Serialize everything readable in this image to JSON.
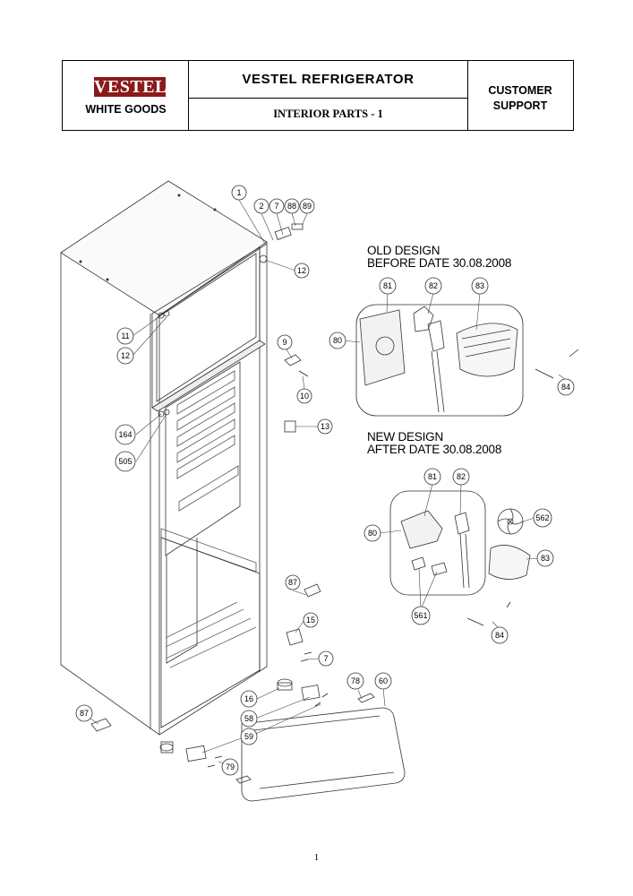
{
  "header": {
    "brand": "VESTEL",
    "brand_sub": "WHITE GOODS",
    "title": "VESTEL  REFRIGERATOR",
    "subtitle": "INTERIOR PARTS - 1",
    "support_line1": "CUSTOMER",
    "support_line2": "SUPPORT"
  },
  "old_design": {
    "line1": "OLD DESIGN",
    "line2": "BEFORE DATE 30.08.2008"
  },
  "new_design": {
    "line1": "NEW DESIGN",
    "line2": "AFTER DATE 30.08.2008"
  },
  "callouts": {
    "c1": "1",
    "c2": "2",
    "c7a": "7",
    "c88": "88",
    "c89": "89",
    "c12a": "12",
    "c11": "11",
    "c12b": "12",
    "c9": "9",
    "c10": "10",
    "c13": "13",
    "c164": "164",
    "c505": "505",
    "c87a": "87",
    "c15": "15",
    "c7b": "7",
    "c16": "16",
    "c58": "58",
    "c59": "59",
    "c79": "79",
    "c78": "78",
    "c60": "60",
    "c87b": "87",
    "c81a": "81",
    "c82a": "82",
    "c83a": "83",
    "c80a": "80",
    "c84a": "84",
    "c81b": "81",
    "c82b": "82",
    "c562": "562",
    "c80b": "80",
    "c83b": "83",
    "c561": "561",
    "c84b": "84"
  },
  "page_number": "1"
}
